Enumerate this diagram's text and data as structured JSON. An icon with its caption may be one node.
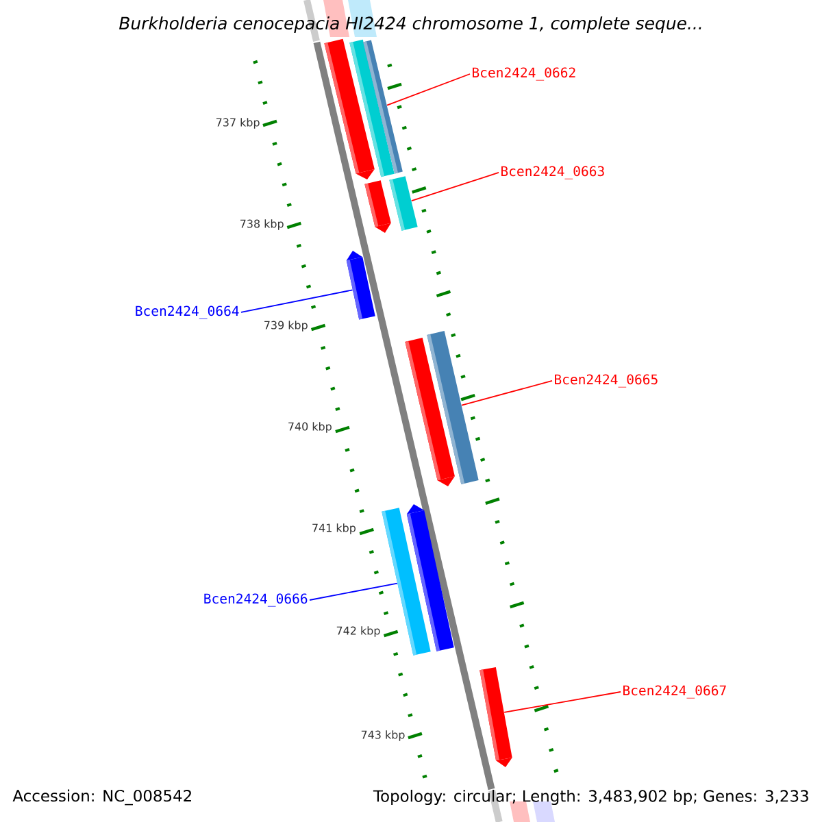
{
  "diagram": {
    "title": "Burkholderia cenocepacia HI2424 chromosome 1, complete seque...",
    "nodes": [
      {
        "text": [],
        "shape": "bar"
      },
      {
        "text": [],
        "shape": "bar"
      },
      {
        "text": [],
        "shape": "bar"
      },
      {
        "text": [],
        "shape": "bar"
      },
      {
        "text": [],
        "shape": "bar"
      },
      {
        "text": [],
        "shape": "bar"
      },
      {
        "text": [],
        "shape": "bar"
      },
      {
        "text": [],
        "shape": "bar"
      },
      {
        "text": [],
        "shape": "bar"
      },
      {
        "text": [],
        "shape": "bar"
      },
      {
        "text": [],
        "shape": "bar"
      },
      {
        "text": [
          "Bcen2424_0662"
        ]
      },
      {
        "text": [
          "Bcen2424_0663"
        ]
      },
      {
        "text": [
          "Bcen2424_0664"
        ]
      },
      {
        "text": [
          "Bcen2424_0665"
        ]
      },
      {
        "text": [
          "Bcen2424_0666"
        ]
      },
      {
        "text": [
          "Bcen2424_0667"
        ]
      }
    ],
    "edges": [
      {
        "from": 11,
        "to": 2,
        "arrow": "none"
      },
      {
        "from": 12,
        "to": 4,
        "arrow": "none"
      },
      {
        "from": 13,
        "to": 5,
        "arrow": "none",
        "color": "#0000ff"
      },
      {
        "from": 14,
        "to": 7,
        "arrow": "none"
      },
      {
        "from": 15,
        "to": 8,
        "arrow": "none",
        "color": "#0000ff"
      },
      {
        "from": 16,
        "to": 10,
        "arrow": "none"
      }
    ],
    "labels": [
      "737 kbp",
      "738 kbp",
      "739 kbp",
      "740 kbp",
      "741 kbp",
      "742 kbp",
      "743 kbp",
      "Accession: NC_008542",
      "Topology: circular; Length: 3,483,902 bp; Genes: 3,233"
    ]
  }
}
